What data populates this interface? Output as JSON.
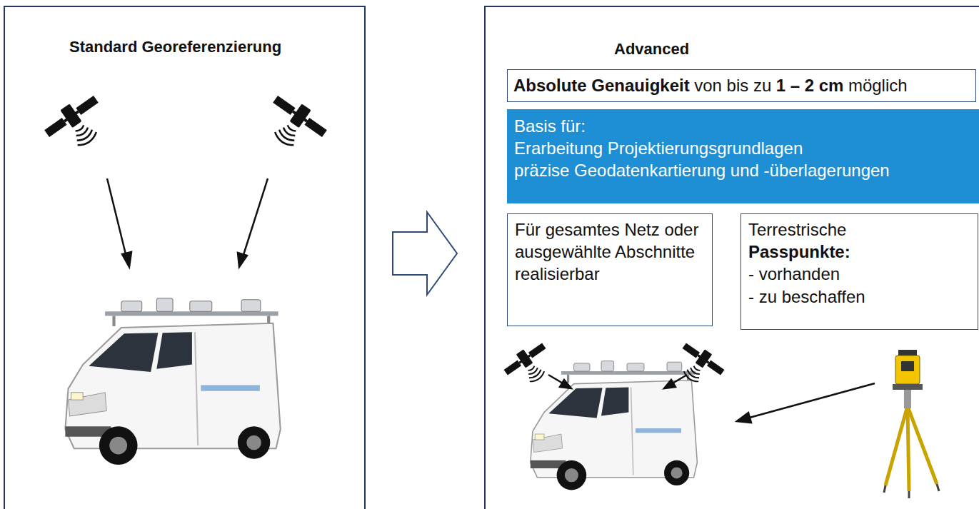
{
  "diagram": {
    "nodes": [
      {
        "text": [
          "Standard Georeferenzierung"
        ]
      },
      {
        "text": [
          "Advanced"
        ]
      },
      {
        "text": [
          "Absolute Genauigkeit",
          "von bis zu",
          "1 – 2 cm",
          "möglich"
        ],
        "in": 1
      },
      {
        "text": [
          "Basis für:",
          "Erarbeitung Projektierungsgrundlagen",
          "präzise Geodatenkartierung und -überlagerungen"
        ],
        "in": 1
      },
      {
        "text": [
          "Für gesamtes Netz oder ausgewählte Abschnitte realisierbar"
        ],
        "in": 1
      },
      {
        "text": [
          "Terrestrische",
          "Passpunkte:",
          "- vorhanden",
          "- zu beschaffen"
        ],
        "in": 1
      }
    ],
    "edges": [
      {
        "from": 0,
        "to": 1,
        "arrow": "to"
      }
    ]
  }
}
